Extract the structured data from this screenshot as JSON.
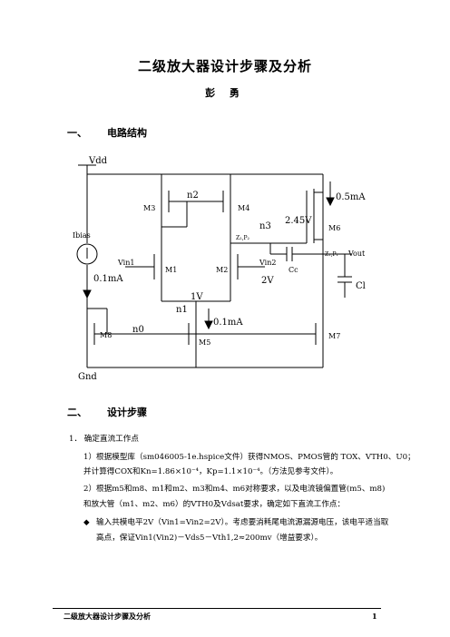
{
  "doc": {
    "title": "二级放大器设计步骤及分析",
    "author": "彭 勇",
    "section1": {
      "num": "一、",
      "title": "电路结构"
    },
    "section2": {
      "num": "二、",
      "title": "设计步骤"
    },
    "step1": "1．  确定直流工作点",
    "para1_line1": "1）根据模型库（sm046005-1e.hspice文件）获得NMOS、PMOS管的    TOX、VTH0、U0；",
    "para1_line2": "并计算得COX和Kn=1.86×10⁻⁴，Kp=1.1×10⁻⁴。（方法见参考文件）。",
    "para2_line1": "2）根据m5和m8、m1和m2、m3和m4、m6对称要求，以及电流镜偏置管(m5、m8)",
    "para2_line2": "和放大管（m1、m2、m6）的VTH0及Vdsat要求，确定如下直流工作点：",
    "bullet": "◆",
    "para3_line1": "输入共模电平2V（Vin1=Vin2=2V）。考虑要消耗尾电流源漏源电压，该电平适当取",
    "para3_line2": "高点，保证Vin1(Vin2)－Vds5－Vth1,2≈200mv（增益要求）。",
    "footer_left": "二级放大器设计步骤及分析",
    "footer_right": "1"
  },
  "schematic": {
    "vdd": "Vdd",
    "gnd": "Gnd",
    "ibias": "Ibias",
    "i_bias": "0.1mA",
    "i_tail": "0.1mA",
    "i_out": "0.5mA",
    "m1": "M1",
    "m2": "M2",
    "m3": "M3",
    "m4": "M4",
    "m5": "M5",
    "m6": "M6",
    "m7": "M7",
    "m8": "M8",
    "n0": "n0",
    "n1": "n1",
    "n2": "n2",
    "n3": "n3",
    "v_n3": "2.45V",
    "v_n1": "1V",
    "vin1": "Vin1",
    "vin2": "Vin2",
    "v_in2": "2V",
    "cc": "Cc",
    "cl": "Cl",
    "vout": "Vout",
    "z2p2": "Z₂,P₂",
    "z1p1": "Z₁,P₁"
  }
}
